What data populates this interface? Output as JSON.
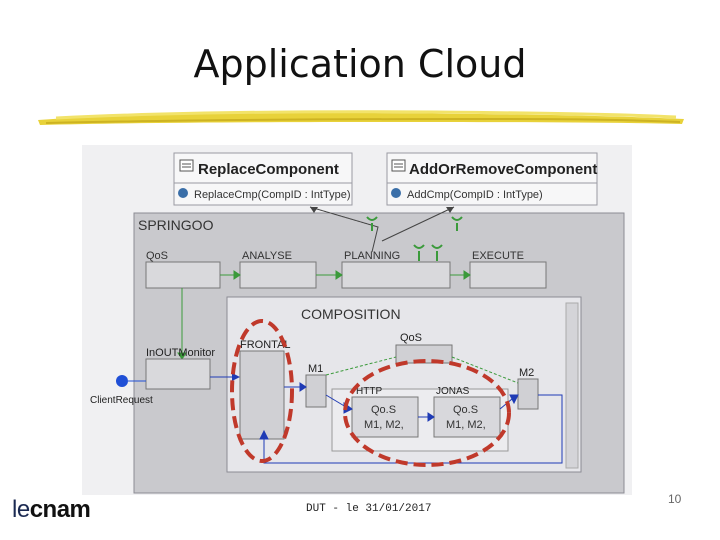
{
  "slide": {
    "title": "Application Cloud",
    "footer_date": "DUT - le 31/01/2017",
    "page_number": "10",
    "logo_lc": "le",
    "logo_cnam": "cnam"
  },
  "diagram": {
    "replace_component": {
      "title": "ReplaceComponent",
      "method": "ReplaceCmp(CompID : IntType)"
    },
    "add_remove_component": {
      "title": "AddOrRemoveComponent",
      "method": "AddCmp(CompID : IntType)"
    },
    "springoo": {
      "label": "SPRINGOO",
      "qos": "QoS",
      "analyse": "ANALYSE",
      "planning": "PLANNING",
      "execute": "EXECUTE",
      "in_out_monitor": "InOUTMonitor",
      "client_request": "ClientRequest"
    },
    "composition": {
      "label": "COMPOSITION",
      "qos": "QoS",
      "frontal": "FRONTAL",
      "m1": "M1",
      "m2": "M2",
      "http": "HTTP",
      "jonas": "JONAS",
      "http_qos_line1": "Qo.S",
      "http_qos_line2": "M1, M2,",
      "jonas_qos_line1": "Qo.S",
      "jonas_qos_line2": "M1, M2,"
    }
  }
}
